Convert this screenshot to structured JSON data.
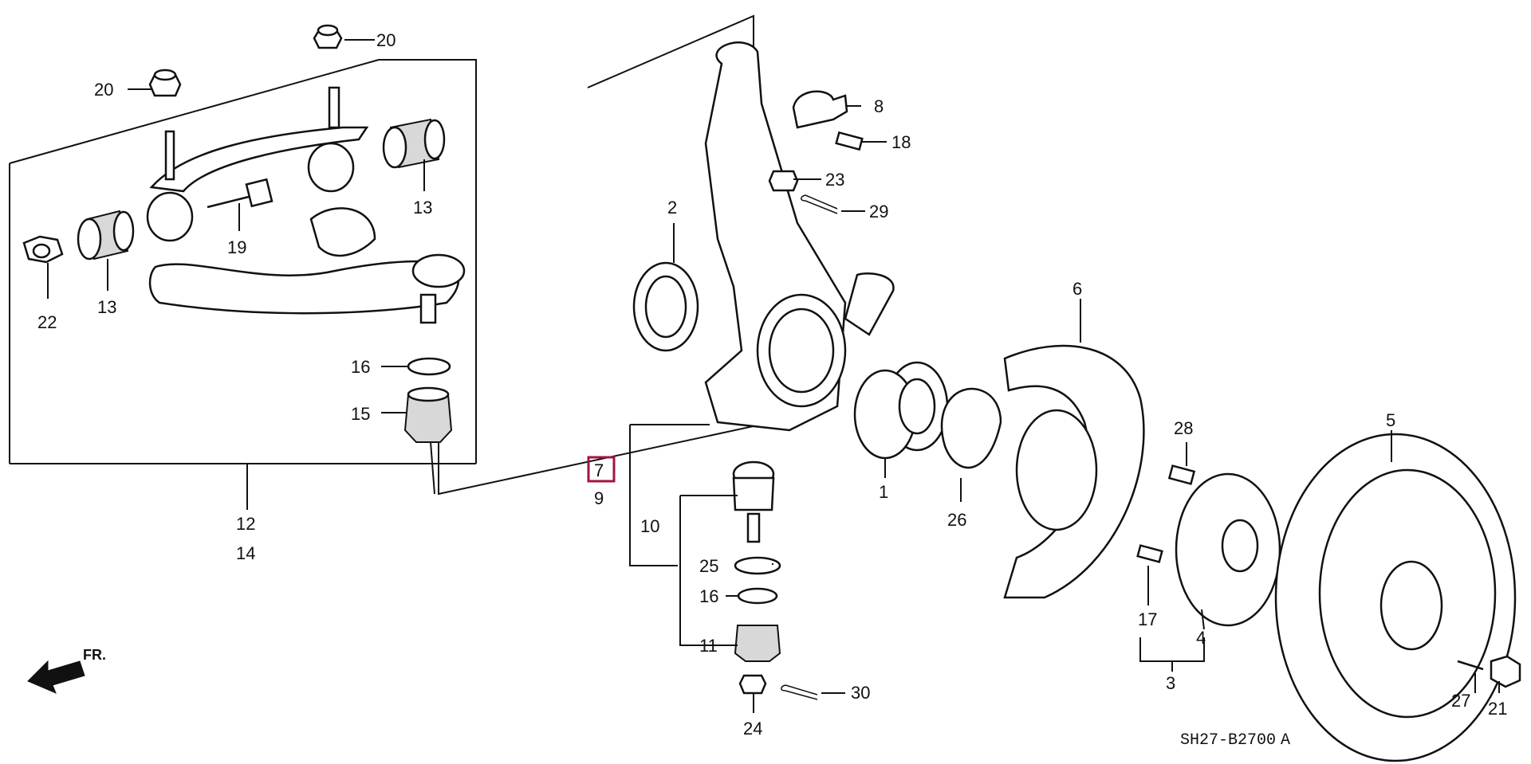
{
  "diagram_code": "SH27-B2700",
  "diagram_code_suffix": "A",
  "direction_label": "FR.",
  "highlight_color": "#a0153e",
  "highlighted_callout": "7",
  "callouts": {
    "c1": "1",
    "c2": "2",
    "c3": "3",
    "c4": "4",
    "c5": "5",
    "c6": "6",
    "c7": "7",
    "c8": "8",
    "c9": "9",
    "c10": "10",
    "c11": "11",
    "c12": "12",
    "c13a": "13",
    "c13b": "13",
    "c14": "14",
    "c15": "15",
    "c16a": "16",
    "c16b": "16",
    "c17": "17",
    "c18": "18",
    "c19": "19",
    "c20a": "20",
    "c20b": "20",
    "c21": "21",
    "c22": "22",
    "c23": "23",
    "c24": "24",
    "c25": "25",
    "c26": "26",
    "c27": "27",
    "c28": "28",
    "c29": "29",
    "c30": "30"
  }
}
